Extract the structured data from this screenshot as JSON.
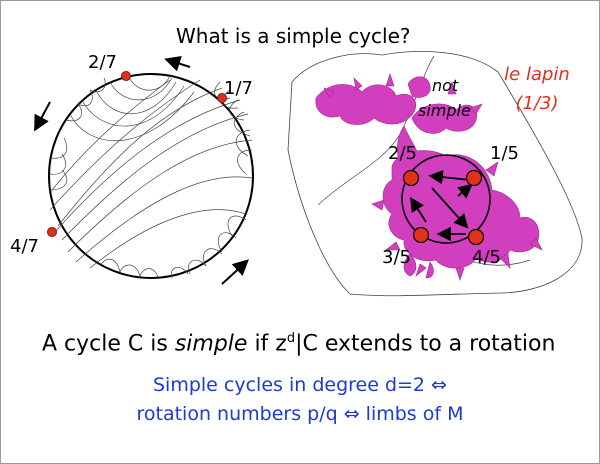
{
  "title": "What is a simple cycle?",
  "circle_labels": {
    "a27": "2/7",
    "a17": "1/7",
    "a47": "4/7"
  },
  "julia_labels": {
    "not": "not",
    "simple": "simple",
    "lapin_name": "le lapin",
    "lapin_param": "(1/3)",
    "p25": "2/5",
    "p15": "1/5",
    "p35": "3/5",
    "p45": "4/5"
  },
  "statement": {
    "prefix": "A cycle C is ",
    "emph": "simple",
    "middle": " if z",
    "sup": "d",
    "suffix": "|C extends to a rotation"
  },
  "blue_lines": {
    "line1": "Simple cycles in degree d=2 ⇔",
    "line2": "rotation numbers p/q  ⇔  limbs of M"
  },
  "colors": {
    "accent_red": "#e0321b",
    "julia_magenta": "#d13fbf",
    "blue_text": "#1a3bd6"
  }
}
